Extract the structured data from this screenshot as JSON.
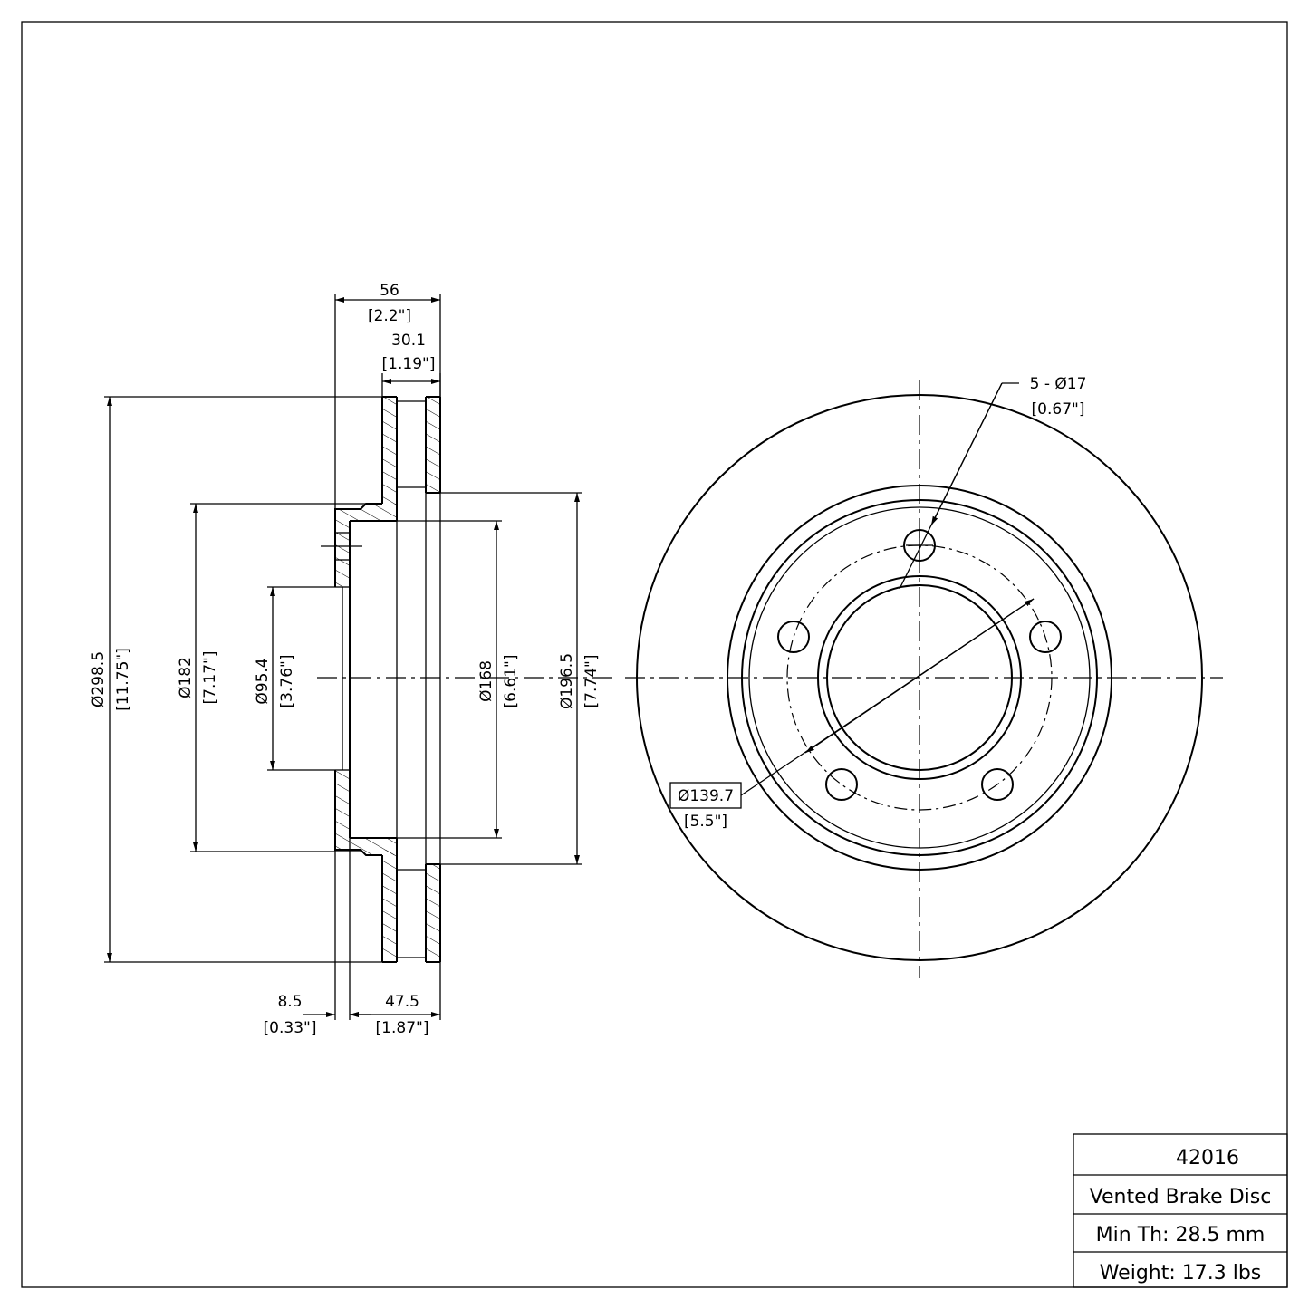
{
  "side_view": {
    "width_total": {
      "mm": "56",
      "in": "[2.2\"]"
    },
    "rotor_thickness": {
      "mm": "30.1",
      "in": "[1.19\"]"
    },
    "outer_diameter": {
      "mm": "Ø298.5",
      "in": "[11.75\"]"
    },
    "hat_diameter": {
      "mm": "Ø182",
      "in": "[7.17\"]"
    },
    "bore_diameter": {
      "mm": "Ø95.4",
      "in": "[3.76\"]"
    },
    "inner_friction_diameter": {
      "mm": "Ø168",
      "in": "[6.61\"]"
    },
    "vent_diameter": {
      "mm": "Ø196.5",
      "in": "[7.74\"]"
    },
    "hub_thickness": {
      "mm": "8.5",
      "in": "[0.33\"]"
    },
    "offset": {
      "mm": "47.5",
      "in": "[1.87\"]"
    }
  },
  "front_view": {
    "bolt_holes": {
      "mm": "5 - Ø17",
      "in": "[0.67\"]"
    },
    "bolt_circle": {
      "mm": "Ø139.7",
      "in": "[5.5\"]"
    }
  },
  "title_block": {
    "part_number": "42016",
    "description": "Vented Brake Disc",
    "min_thickness": "Min Th: 28.5 mm",
    "weight": "Weight: 17.3 lbs"
  }
}
